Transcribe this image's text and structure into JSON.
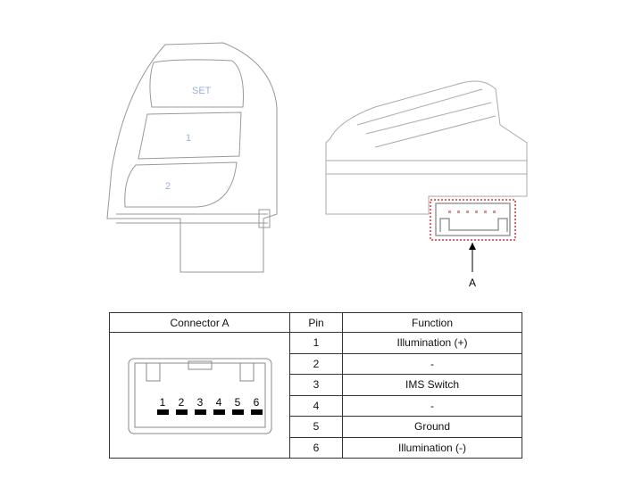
{
  "diagram": {
    "callout_label": "A",
    "switch_button_labels": [
      "SET",
      "1",
      "2"
    ]
  },
  "table": {
    "headers": [
      "Connector A",
      "Pin",
      "Function"
    ],
    "rows": [
      {
        "pin": "1",
        "function": "Illumination (+)"
      },
      {
        "pin": "2",
        "function": "-"
      },
      {
        "pin": "3",
        "function": "IMS Switch"
      },
      {
        "pin": "4",
        "function": "-"
      },
      {
        "pin": "5",
        "function": "Ground"
      },
      {
        "pin": "6",
        "function": "Illumination (-)"
      }
    ],
    "connector_pin_numbers": [
      "1",
      "2",
      "3",
      "4",
      "5",
      "6"
    ]
  },
  "colors": {
    "highlight": "#e03030",
    "line": "#999999",
    "button_text": "#9ab0e0"
  }
}
